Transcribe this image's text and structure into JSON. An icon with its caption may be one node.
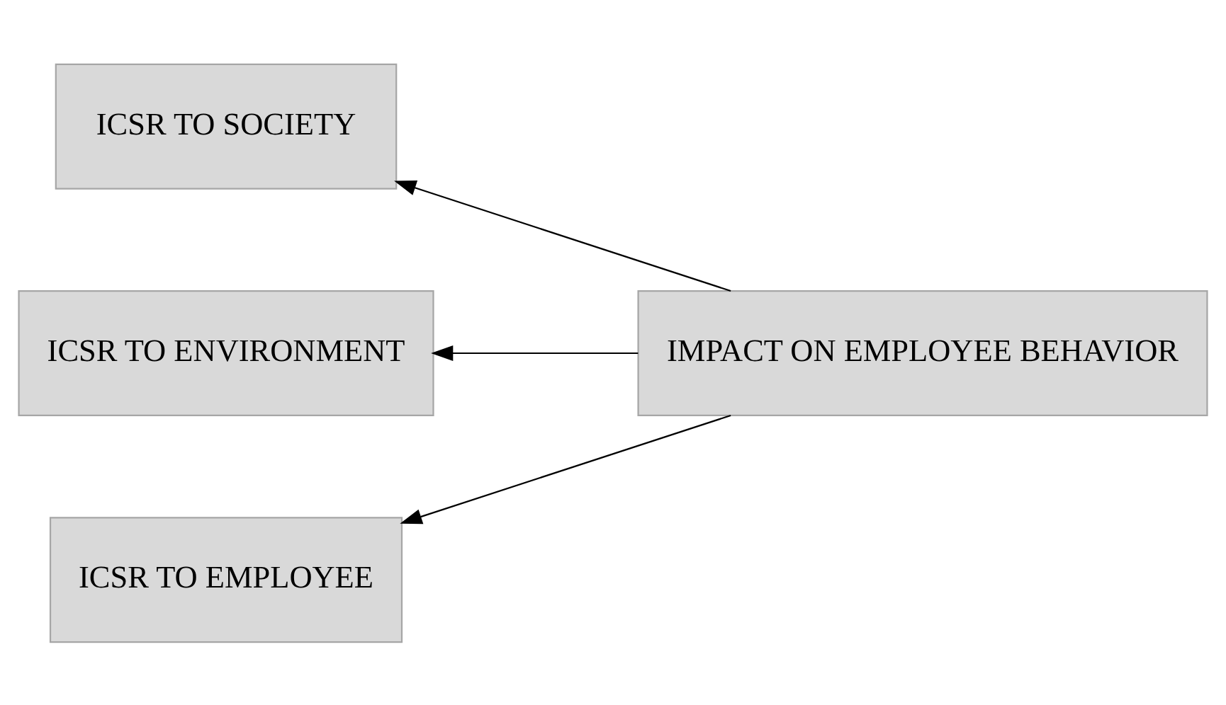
{
  "diagram": {
    "nodes": [
      {
        "text": [
          "ICSR TO SOCIETY"
        ]
      },
      {
        "text": [
          "ICSR TO ENVIRONMENT"
        ]
      },
      {
        "text": [
          "IMPACT ON EMPLOYEE BEHAVIOR"
        ]
      },
      {
        "text": [
          "ICSR TO EMPLOYEE"
        ]
      }
    ],
    "edges": [
      {
        "from": 2,
        "to": 0,
        "arrow": "to"
      },
      {
        "from": 2,
        "to": 1,
        "arrow": "to"
      },
      {
        "from": 2,
        "to": 3,
        "arrow": "to"
      }
    ]
  }
}
